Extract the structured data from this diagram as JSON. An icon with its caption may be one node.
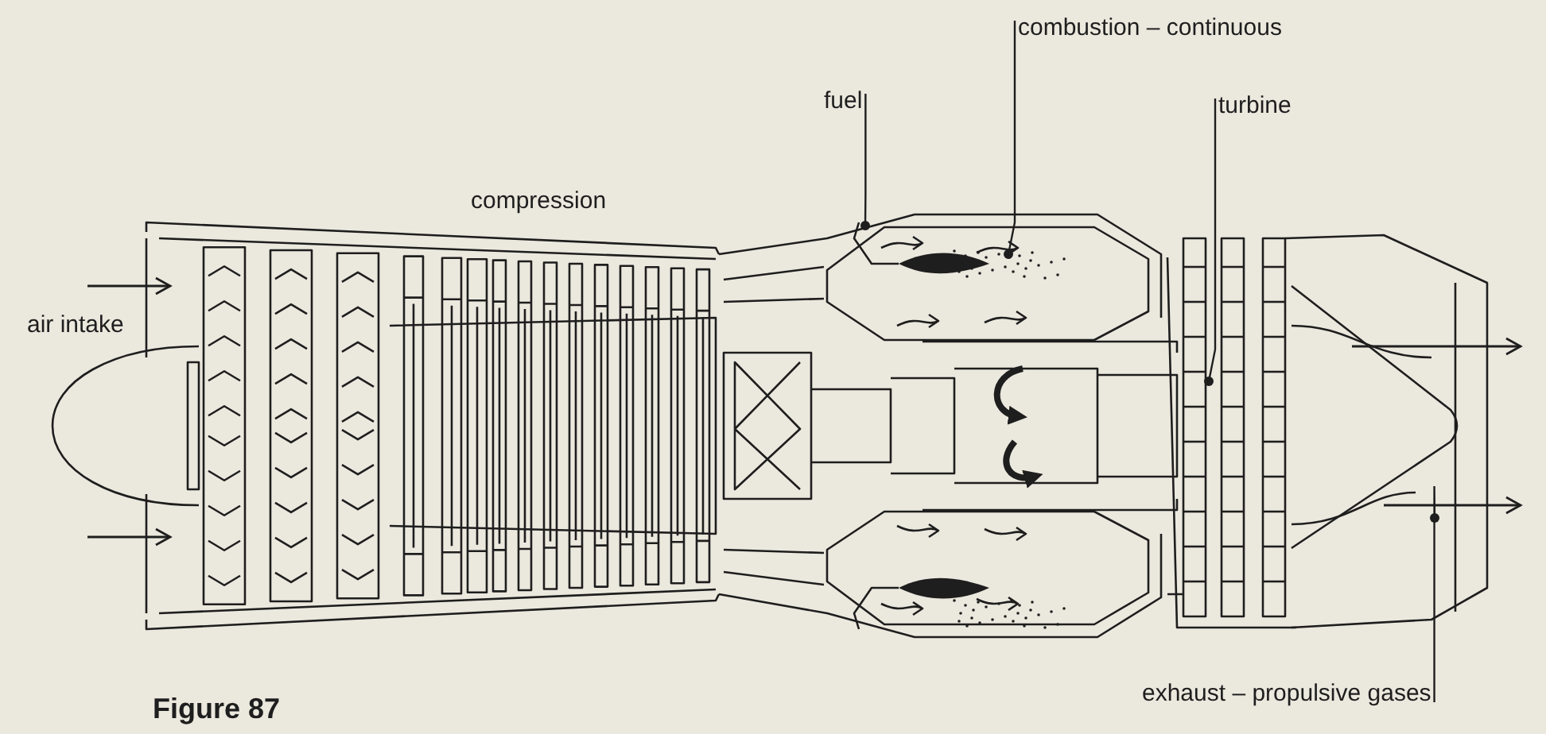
{
  "diagram": {
    "caption": "Figure 87",
    "nodes": [
      {
        "text": [
          "combustion – continuous"
        ]
      },
      {
        "text": [
          "fuel"
        ]
      },
      {
        "text": [
          "turbine"
        ]
      },
      {
        "text": [
          "exhaust – propulsive gases"
        ]
      }
    ],
    "edges": [
      {
        "from": 0,
        "to": null,
        "arrow": "other"
      },
      {
        "from": 1,
        "to": null,
        "arrow": "other"
      },
      {
        "from": 2,
        "to": null,
        "arrow": "other"
      },
      {
        "from": 3,
        "to": null,
        "arrow": "other"
      }
    ],
    "labels": [
      "compression",
      "air intake"
    ]
  }
}
